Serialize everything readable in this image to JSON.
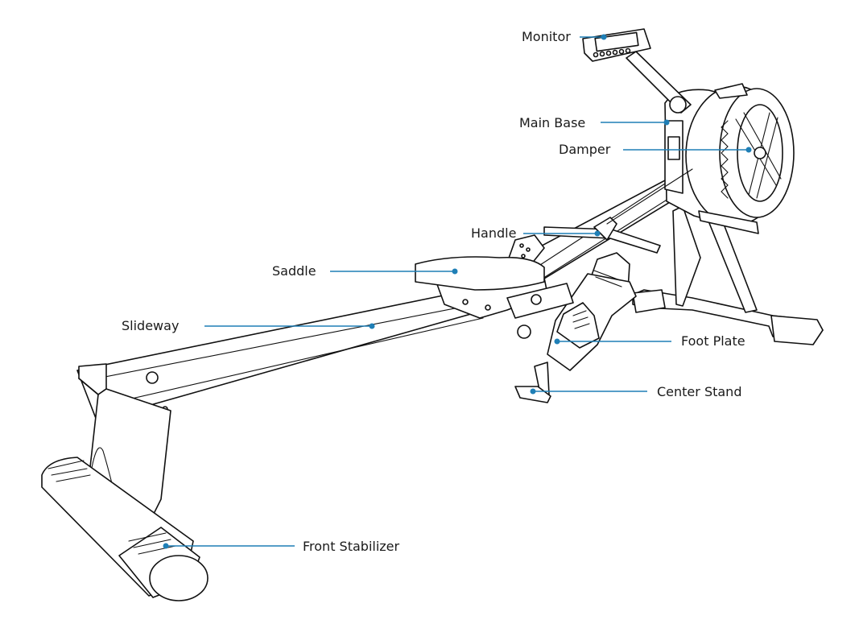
{
  "diagram": {
    "labels": {
      "monitor": "Monitor",
      "main_base": "Main Base",
      "damper": "Damper",
      "handle": "Handle",
      "saddle": "Saddle",
      "slideway": "Slideway",
      "foot_plate": "Foot Plate",
      "center_stand": "Center Stand",
      "front_stabilizer": "Front Stabilizer"
    },
    "colors": {
      "leader": "#1f7fb6",
      "outline": "#111111",
      "background": "#ffffff"
    }
  }
}
